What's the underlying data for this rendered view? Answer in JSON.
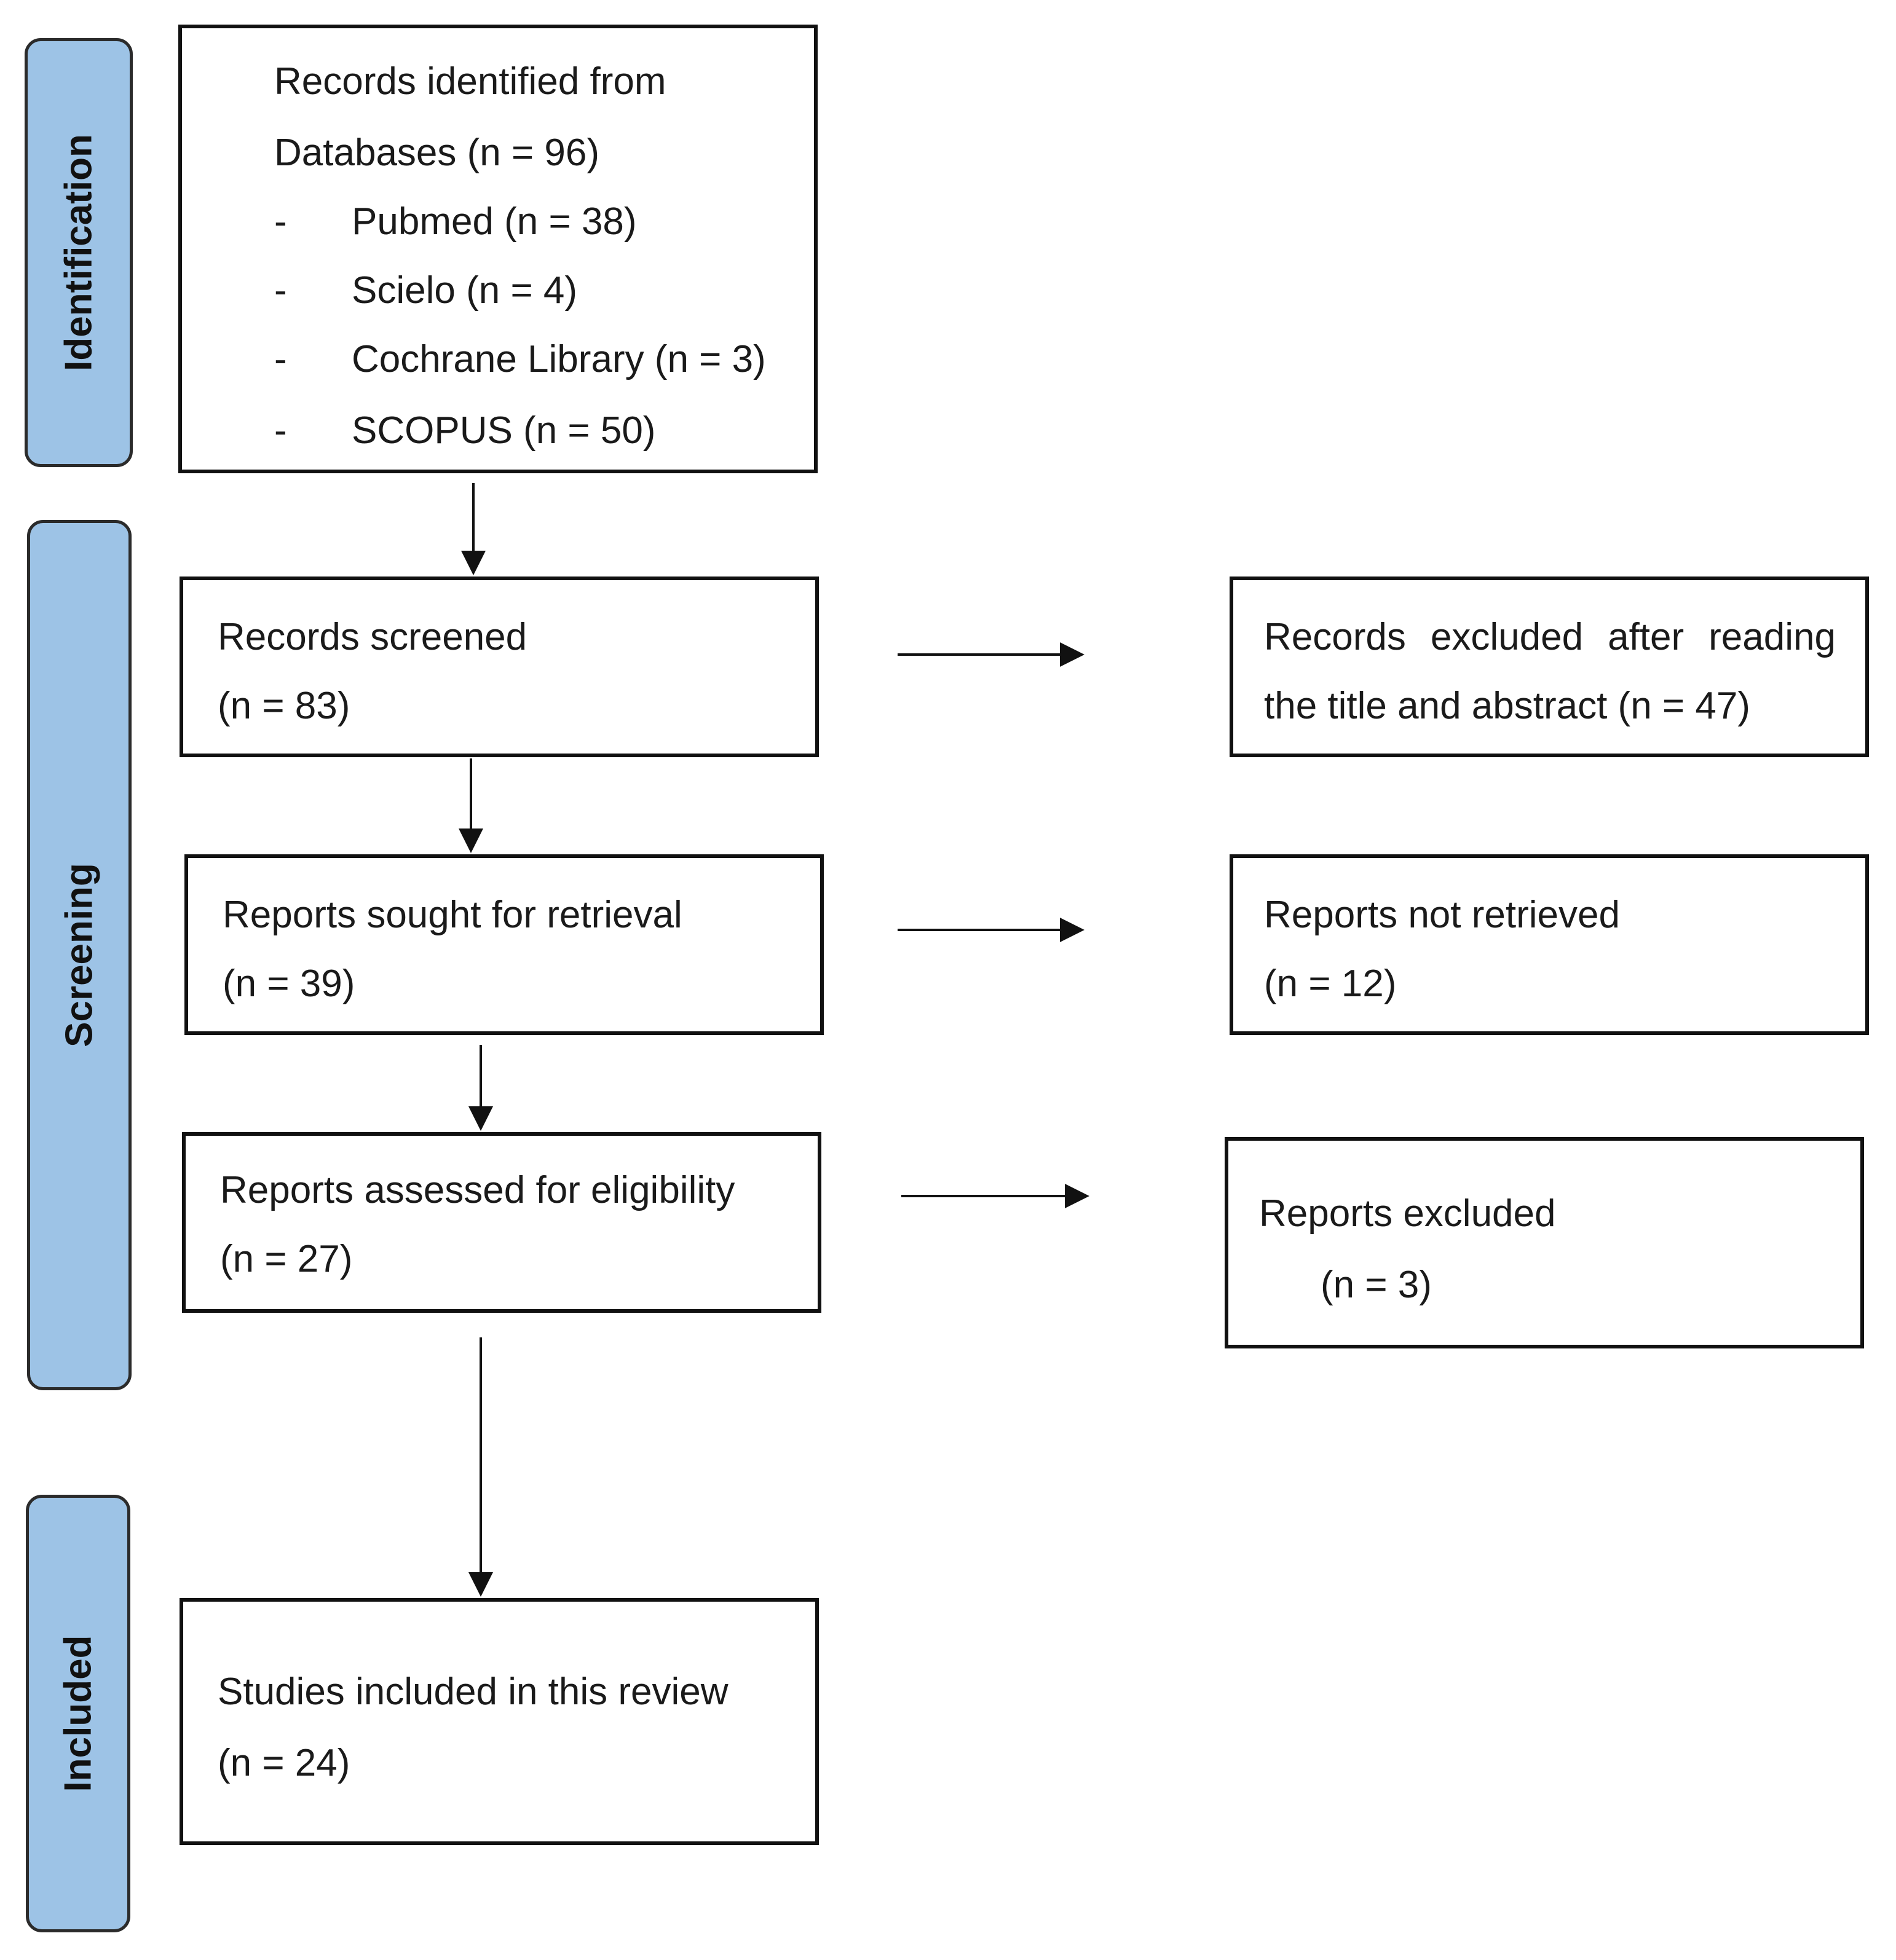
{
  "phases": {
    "identification": "Identification",
    "screening": "Screening",
    "included": "Included"
  },
  "identification_box": {
    "line1": "Records identified from",
    "line2": "Databases (n = 96)",
    "bullet": "-",
    "sources": [
      "Pubmed (n = 38)",
      "Scielo (n = 4)",
      "Cochrane Library (n = 3)",
      "SCOPUS (n = 50)"
    ]
  },
  "screened_box": {
    "line1": "Records screened",
    "line2": "(n = 83)"
  },
  "retrieval_box": {
    "line1": "Reports sought for retrieval",
    "line2": "(n = 39)"
  },
  "eligibility_box": {
    "line1": "Reports assessed for eligibility",
    "line2": "(n = 27)"
  },
  "included_box": {
    "line1": "Studies included in this review",
    "line2": "(n = 24)"
  },
  "excluded_abstract_box": {
    "line1": "Records excluded after reading",
    "line2": "the title and abstract (n = 47)"
  },
  "not_retrieved_box": {
    "line1": "Reports not retrieved",
    "line2": "(n = 12)"
  },
  "reports_excluded_box": {
    "line1": "Reports excluded",
    "line2": "(n = 3)"
  }
}
